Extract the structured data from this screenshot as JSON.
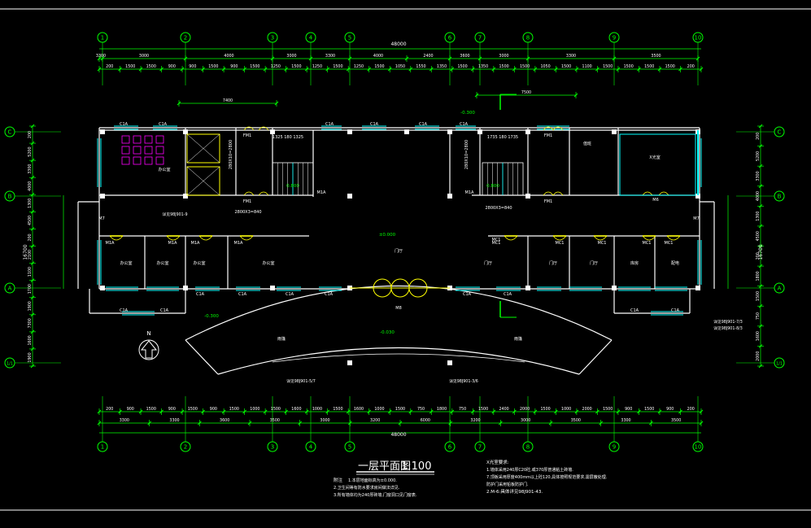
{
  "drawing": {
    "title": "一层平面图",
    "scale": "1:100",
    "total_width": "48000",
    "total_depth": "16700",
    "north": "N",
    "colors": {
      "background": "#000000",
      "wall": "#ffffff",
      "axis": "#00ff00",
      "dimension": "#00ff00",
      "window": "#00ffff",
      "door": "#ffff00",
      "text": "#ffffff",
      "hatch": "#ff00ff"
    }
  },
  "axes": {
    "columns": [
      "1",
      "2",
      "3",
      "4",
      "5",
      "6",
      "7",
      "8",
      "9",
      "10"
    ],
    "rows_left": [
      "C",
      "B",
      "A",
      "1/1"
    ],
    "rows_right": [
      "C",
      "B",
      "A",
      "1/1"
    ]
  },
  "dimensions": {
    "top_bays": [
      "3300",
      "3000",
      "4000",
      "3000",
      "3300",
      "4000",
      "2400",
      "3600",
      "3000",
      "3300",
      "3500"
    ],
    "top_details": [
      "200",
      "1500",
      "1500",
      "900",
      "900",
      "1500",
      "900",
      "1500",
      "1250",
      "1500",
      "1250",
      "1500",
      "1250",
      "1500",
      "1050",
      "1550",
      "1350",
      "1500",
      "1350",
      "1500",
      "1500",
      "1050",
      "1500",
      "1100",
      "1500",
      "1500",
      "1500",
      "1500",
      "200"
    ],
    "top_wing_left": "7400",
    "top_wing_right": "7500",
    "bottom_bays": [
      "3300",
      "3300",
      "3600",
      "3500",
      "3000",
      "3200",
      "6000",
      "3200",
      "3000",
      "3500",
      "3300",
      "3500"
    ],
    "bottom_details": [
      "200",
      "900",
      "1500",
      "900",
      "1500",
      "900",
      "1500",
      "1000",
      "1500",
      "1600",
      "1000",
      "1500",
      "1600",
      "1000",
      "1500",
      "750",
      "1800",
      "750",
      "1500",
      "2400",
      "2000",
      "1500",
      "1000",
      "2000",
      "1500",
      "900",
      "1500",
      "900",
      "200"
    ],
    "left_side": [
      "200",
      "5200",
      "3300",
      "4000",
      "1300",
      "4500",
      "200",
      "2100",
      "1100",
      "1700",
      "1900",
      "7300",
      "1600",
      "1900"
    ],
    "right_side": [
      "200",
      "5200",
      "3300",
      "4000",
      "1300",
      "4500",
      "200",
      "1800",
      "1500",
      "750",
      "1600",
      "2000"
    ]
  },
  "labels": {
    "windows": [
      "C1A",
      "C1A",
      "C1A",
      "C1A",
      "C1A",
      "C1A",
      "C1A",
      "C1A",
      "C1A",
      "C1A",
      "C1A",
      "C1A",
      "C1A",
      "C1A",
      "C1A",
      "C1A"
    ],
    "doors": [
      "M1A",
      "M1A",
      "M1A",
      "M1A",
      "M1A",
      "M1A",
      "MC1",
      "MC1",
      "MC1",
      "MC1",
      "MC1",
      "MC1",
      "FM1",
      "FM1",
      "FM1",
      "FM1",
      "M6",
      "M7",
      "M7",
      "M8"
    ],
    "levels": [
      "±0.000",
      "-0.030",
      "-0.300",
      "-0.300",
      "0.800"
    ],
    "stair_dims": [
      "2800X3=840",
      "2800X3=840",
      "1735 180 1735",
      "1325 180 1325",
      "280X10=2800",
      "280X10=2800"
    ],
    "room_names": [
      "门厅",
      "雨篷",
      "雨篷",
      "办公室",
      "办公室",
      "办公室",
      "办公室",
      "办公室",
      "门厅",
      "门厅",
      "门厅",
      "库房",
      "配电",
      "值班",
      "X光室"
    ],
    "notes_refs": [
      "详见98J901-9",
      "详见98J901-7/3",
      "详见98J901-8/3",
      "详见98J901-5/7",
      "详见98J901-3/6"
    ]
  },
  "notes": {
    "left_title": "附注",
    "left_lines": [
      "1.本层地面标高为±0.000.",
      "2.卫生间等有防水要求房间做法详见.",
      "3.所有墙体均为240厚砖墙,门窗洞口见门窗表."
    ],
    "right_title": "X光室要求:",
    "right_lines": [
      "1.墙体采用240厚C20砼,或370厚普通粘土砖墙.",
      "7.顶板采用厚度400mm以上砼120,具体按照规范要求,需屏蔽处理.",
      "防护门采用铅板防护门.",
      "2.M-6:具体详见98J901-43."
    ]
  }
}
